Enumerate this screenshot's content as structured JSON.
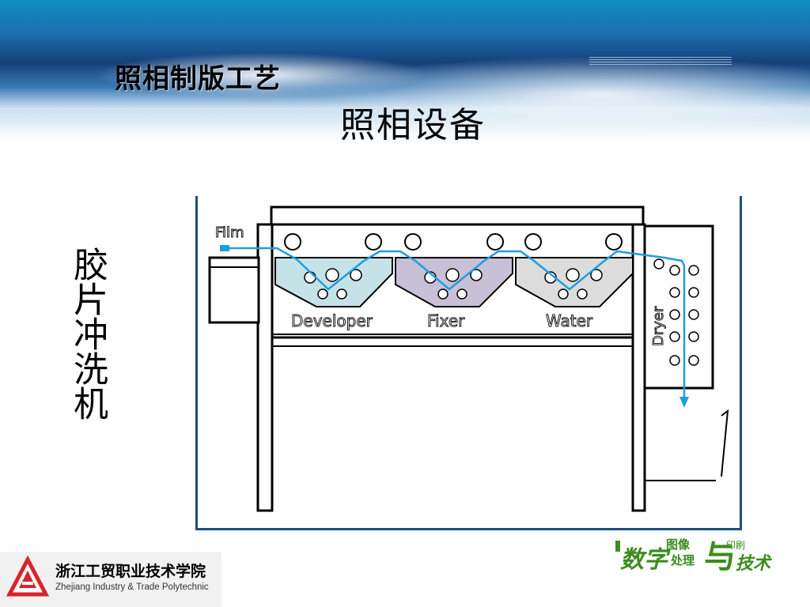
{
  "header": {
    "course_title": "照相制版工艺",
    "slide_title": "照相设备"
  },
  "side_label": "胶片冲洗机",
  "diagram": {
    "film_label": "Film",
    "tank_labels": [
      "Developer",
      "Fixer",
      "Water"
    ],
    "dryer_label": "Dryer",
    "colors": {
      "developer": "#c5e3e6",
      "fixer": "#c8c0d6",
      "water": "#dcdcdc",
      "film_path": "#1e9ee0"
    }
  },
  "footer": {
    "school_cn": "浙江工贸职业技术学院",
    "school_en": "Zhejiang Industry & Trade Polytechnic",
    "brand": {
      "word1": "数字",
      "word2_top": "图像",
      "word2_bottom": "处理",
      "word3_char": "与",
      "word3_top": "印刷",
      "word4": "技术",
      "color": "#3c8c1e"
    }
  }
}
